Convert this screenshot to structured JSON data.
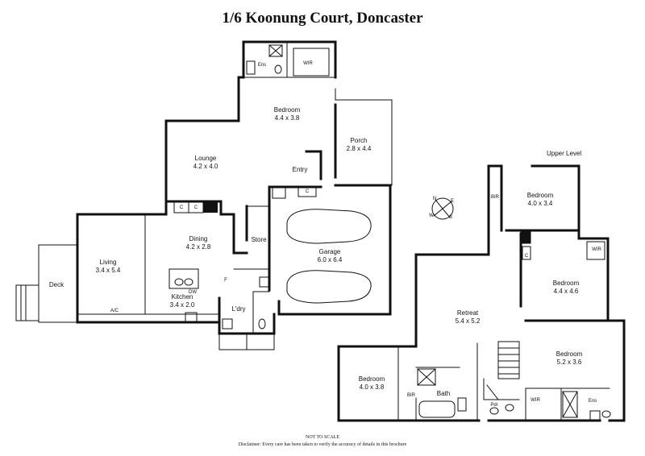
{
  "title": "1/6 Koonung Court, Doncaster",
  "upper_level_label": "Upper Level",
  "not_to_scale": "NOT TO SCALE",
  "disclaimer": "Disclaimer: Every care has been taken to verify the accuracy of details in this brochure",
  "compass": {
    "n": "N",
    "e": "E",
    "s": "S",
    "w": "W"
  },
  "rooms": {
    "bedroom_main": {
      "name": "Bedroom",
      "dims": "4.4 x 3.8"
    },
    "porch": {
      "name": "Porch",
      "dims": "2.8 x 4.4"
    },
    "lounge": {
      "name": "Lounge",
      "dims": "4.2 x 4.0"
    },
    "entry": {
      "name": "Entry"
    },
    "dining": {
      "name": "Dining",
      "dims": "4.2 x 2.8"
    },
    "living": {
      "name": "Living",
      "dims": "3.4 x 5.4"
    },
    "kitchen": {
      "name": "Kitchen",
      "dims": "3.4 x 2.0"
    },
    "garage": {
      "name": "Garage",
      "dims": "6.0 x 6.4"
    },
    "deck": {
      "name": "Deck"
    },
    "ldry": {
      "name": "L'dry"
    },
    "store": {
      "name": "Store"
    },
    "ens_main": {
      "name": "Ens"
    },
    "wir_main": {
      "name": "WIR"
    },
    "retreat": {
      "name": "Retreat",
      "dims": "5.4 x 5.2"
    },
    "bedroom_ul1": {
      "name": "Bedroom",
      "dims": "4.0 x 3.4"
    },
    "bedroom_ul2": {
      "name": "Bedroom",
      "dims": "4.4 x 4.6"
    },
    "bedroom_ul3": {
      "name": "Bedroom",
      "dims": "5.2 x 3.6"
    },
    "bedroom_ul4": {
      "name": "Bedroom",
      "dims": "4.0 x 3.8"
    },
    "bath": {
      "name": "Bath"
    },
    "bir_ul1": {
      "name": "BIR"
    },
    "bir_bath": {
      "name": "BIR"
    },
    "wir_ul2": {
      "name": "WIR"
    },
    "wir_ul3": {
      "name": "WIR"
    },
    "ens_ul3": {
      "name": "Ens"
    },
    "pdr": {
      "name": "Pdr"
    }
  },
  "fixtures": {
    "c": "C",
    "f": "F",
    "ac": "A/C",
    "dw": "DW"
  }
}
